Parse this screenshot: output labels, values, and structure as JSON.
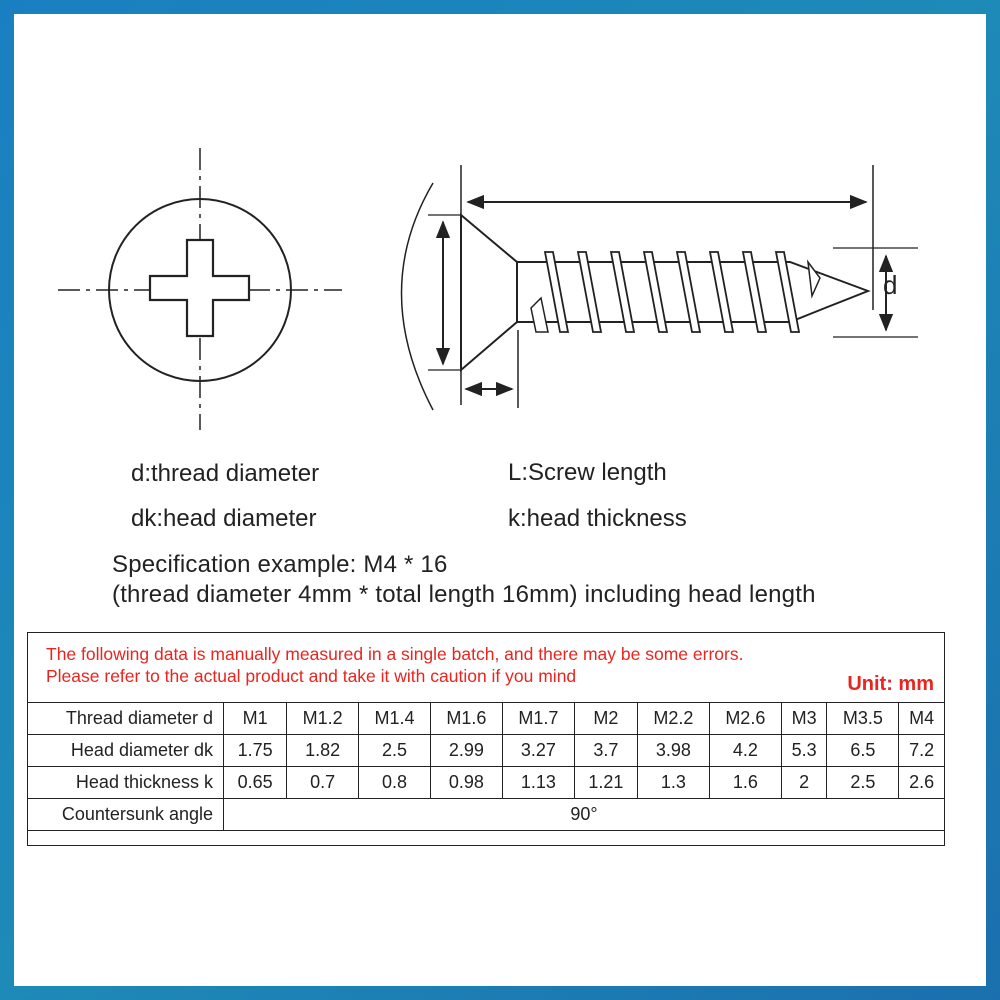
{
  "legend": {
    "d": "d:thread diameter",
    "dk": "dk:head diameter",
    "L": "L:Screw length",
    "k": "k:head thickness"
  },
  "spec": {
    "line1": "Specification example: M4 * 16",
    "line2": "(thread diameter 4mm * total length 16mm) including head length"
  },
  "diagram": {
    "d_label": "d"
  },
  "table": {
    "notice_line1": "The following data is manually measured in a single batch, and there may be some errors.",
    "notice_line2": "Please refer to the actual product and take it with caution if you mind",
    "unit": "Unit: mm",
    "rows": [
      {
        "label": "Thread diameter d",
        "values": [
          "M1",
          "M1.2",
          "M1.4",
          "M1.6",
          "M1.7",
          "M2",
          "M2.2",
          "M2.6",
          "M3",
          "M3.5",
          "M4"
        ]
      },
      {
        "label": "Head diameter dk",
        "values": [
          "1.75",
          "1.82",
          "2.5",
          "2.99",
          "3.27",
          "3.7",
          "3.98",
          "4.2",
          "5.3",
          "6.5",
          "7.2"
        ]
      },
      {
        "label": "Head thickness k",
        "values": [
          "0.65",
          "0.7",
          "0.8",
          "0.98",
          "1.13",
          "1.21",
          "1.3",
          "1.6",
          "2",
          "2.5",
          "2.6"
        ]
      }
    ],
    "angle_label": "Countersunk angle",
    "angle_value": "90°"
  },
  "colors": {
    "border": "#1a7fc0",
    "warning": "#e8251f",
    "line": "#222222"
  }
}
